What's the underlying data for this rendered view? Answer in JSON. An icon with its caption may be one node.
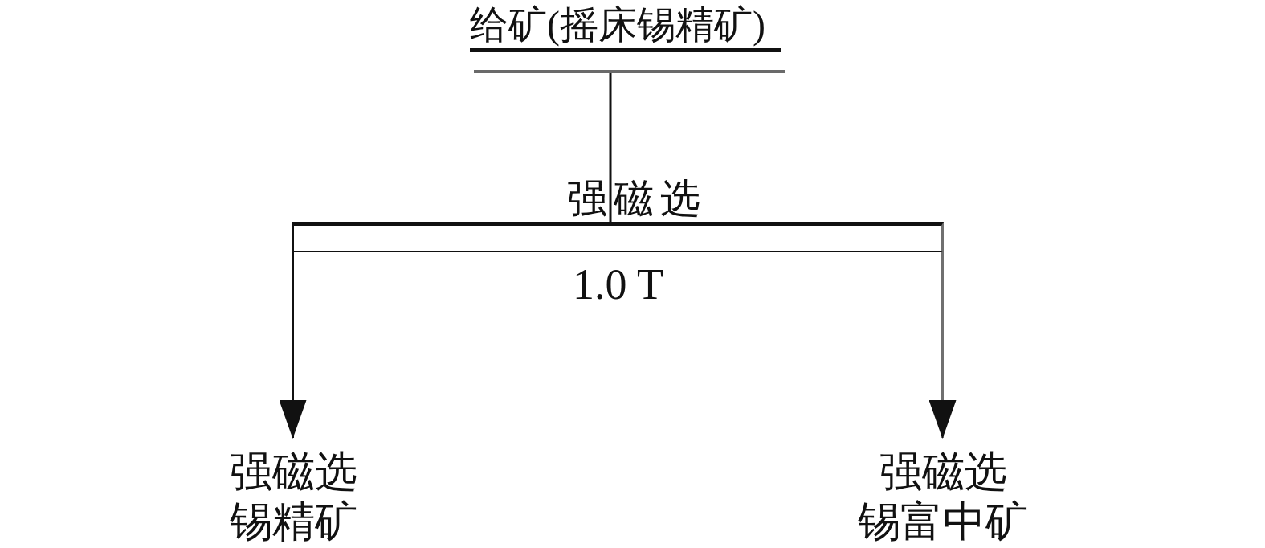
{
  "diagram": {
    "nodes": [
      {
        "text": [
          "给矿(摇床锡精矿)"
        ]
      },
      {
        "text": [
          "强磁选"
        ],
        "beside": [
          "1.0 T"
        ]
      },
      {
        "text": [
          "强磁选",
          "锡精矿"
        ]
      },
      {
        "text": [
          "强磁选",
          "锡富中矿"
        ]
      }
    ],
    "edges": [
      {
        "from": 0,
        "to": 1,
        "arrow": "none"
      },
      {
        "from": 1,
        "to": 2,
        "arrow": "to"
      },
      {
        "from": 1,
        "to": 3,
        "arrow": "to",
        "color": "#707070"
      }
    ]
  }
}
